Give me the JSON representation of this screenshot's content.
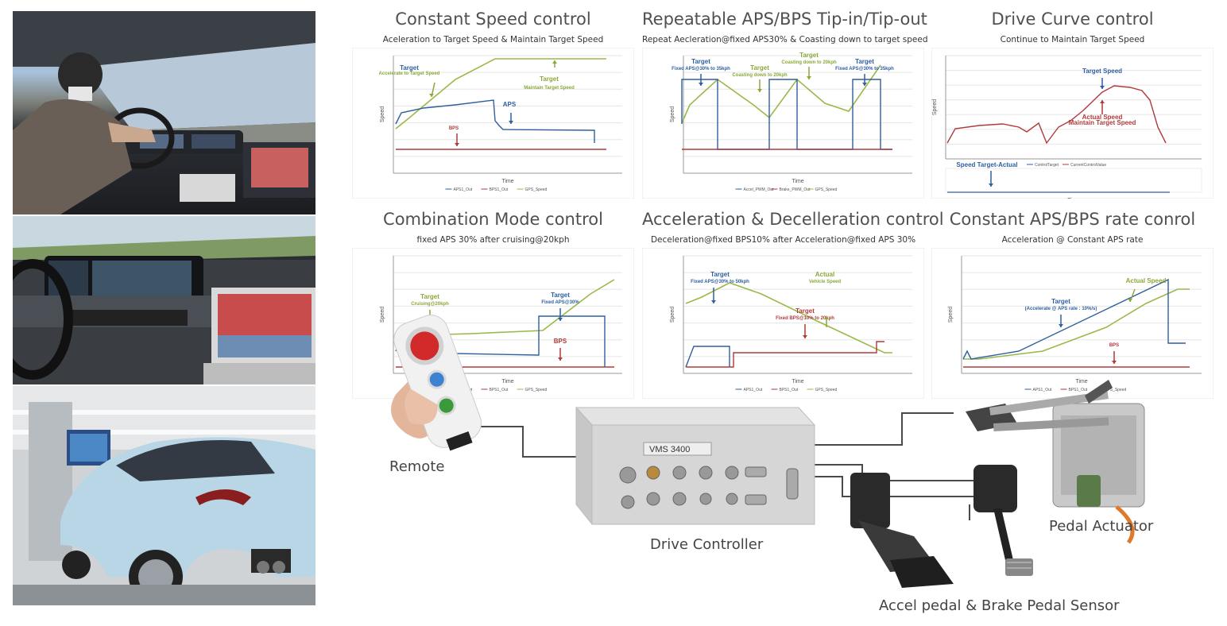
{
  "panels": [
    {
      "title": "Constant Speed control",
      "subtitle": "Aceleration to Target Speed & Maintain Target Speed",
      "annotations": [
        "Target",
        "Accelerate to Target Speed",
        "Target",
        "Maintain Target Speed",
        "APS",
        "BPS"
      ],
      "xlabel": "Time",
      "ylabel": "Speed",
      "legend": [
        "APS1_Out",
        "BPS1_Out",
        "GPS_Speed"
      ]
    },
    {
      "title": "Repeatable APS/BPS Tip-in/Tip-out",
      "subtitle": "Repeat Aecleration@fixed APS30% & Coasting down to target speed",
      "annotations": [
        "Target",
        "Fixed APS@30% to 35kph",
        "Target",
        "Coasting down to 20kph",
        "Target",
        "Coasting down to 20kph",
        "Target",
        "Fixed APS@30% to 35kph"
      ],
      "xlabel": "Time",
      "ylabel": "Speed",
      "legend": [
        "Accel_PWM_Out",
        "Brake_PWM_Out",
        "GPS_Speed"
      ]
    },
    {
      "title": "Drive Curve control",
      "subtitle": "Continue to Maintain Target Speed",
      "annotations": [
        "Target Speed",
        "Actual Speed",
        "Maintain Target Speed",
        "Speed Target-Actual"
      ],
      "xlabel": "Time",
      "ylabel": "Speed",
      "legend": [
        "ControlTarget",
        "CurrentControlValue"
      ]
    },
    {
      "title": "Combination Mode control",
      "subtitle": "fixed APS 30% after cruising@20kph",
      "annotations": [
        "Target",
        "Cruising@20kph",
        "Target",
        "Fixed APS@30%",
        "BPS"
      ],
      "xlabel": "Time",
      "ylabel": "Speed",
      "legend": [
        "APS1_Out",
        "BPS1_Out",
        "GPS_Speed"
      ]
    },
    {
      "title": "Acceleration & Decelleration control",
      "subtitle": "Deceleration@fixed BPS10% after Acceleration@fixed APS 30%",
      "annotations": [
        "Target",
        "Fixed APS@30% to 50kph",
        "Actual",
        "Vehicle Speed",
        "Target",
        "Fixed BPS@10% to 20kph"
      ],
      "xlabel": "Time",
      "ylabel": "Speed",
      "legend": [
        "APS1_Out",
        "BPS1_Out",
        "GPS_Speed"
      ]
    },
    {
      "title": "Constant APS/BPS rate conrol",
      "subtitle": "Acceleration @ Constant APS rate",
      "annotations": [
        "Target",
        "(Accelerate @ APS rate : 10%/s)",
        "Actual Speed",
        "BPS"
      ],
      "xlabel": "Time",
      "ylabel": "Speed",
      "legend": [
        "APS1_Out",
        "BPS1_Out",
        "GPS_Speed"
      ]
    }
  ],
  "hardware": {
    "remote_label": "Remote",
    "controller_label": "Drive Controller",
    "controller_model": "VMS 3400",
    "actuator_label": "Pedal Actuator",
    "sensor_label": "Accel pedal & Brake Pedal Sensor"
  },
  "colors": {
    "blue": "#2f5f9e",
    "green": "#9ab84a",
    "red": "#b03a3a",
    "line": "#4a4a4a"
  }
}
